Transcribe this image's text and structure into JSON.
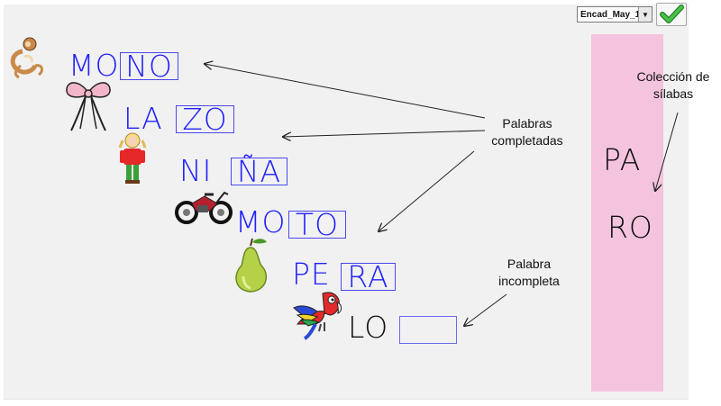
{
  "toolbar": {
    "selector_value": "Encad_May_1",
    "check_button_icon": "green-checkmark-icon",
    "accent_color": "#2fa72f"
  },
  "words": [
    {
      "picture": "monkey-icon",
      "syllable": "MO",
      "answer": "NO"
    },
    {
      "picture": "bow-icon",
      "syllable": "LA",
      "answer": "ZO"
    },
    {
      "picture": "girl-icon",
      "syllable": "NI",
      "answer": "ÑA"
    },
    {
      "picture": "motorcycle-icon",
      "syllable": "MO",
      "answer": "TO"
    },
    {
      "picture": "pear-icon",
      "syllable": "PE",
      "answer": "RA"
    },
    {
      "picture": "parrot-icon",
      "syllable": "LO",
      "answer": ""
    }
  ],
  "syllable_bank": {
    "items": [
      "PA",
      "RO"
    ],
    "color": "#f4c4de"
  },
  "annotations": {
    "completed": [
      "Palabras",
      "completadas"
    ],
    "incomplete": [
      "Palabra",
      "incompleta"
    ],
    "collection": [
      "Colección de",
      "sílabas"
    ]
  },
  "colors": {
    "syllable_blue": "#2222ff",
    "box_border": "#4a4af0"
  }
}
